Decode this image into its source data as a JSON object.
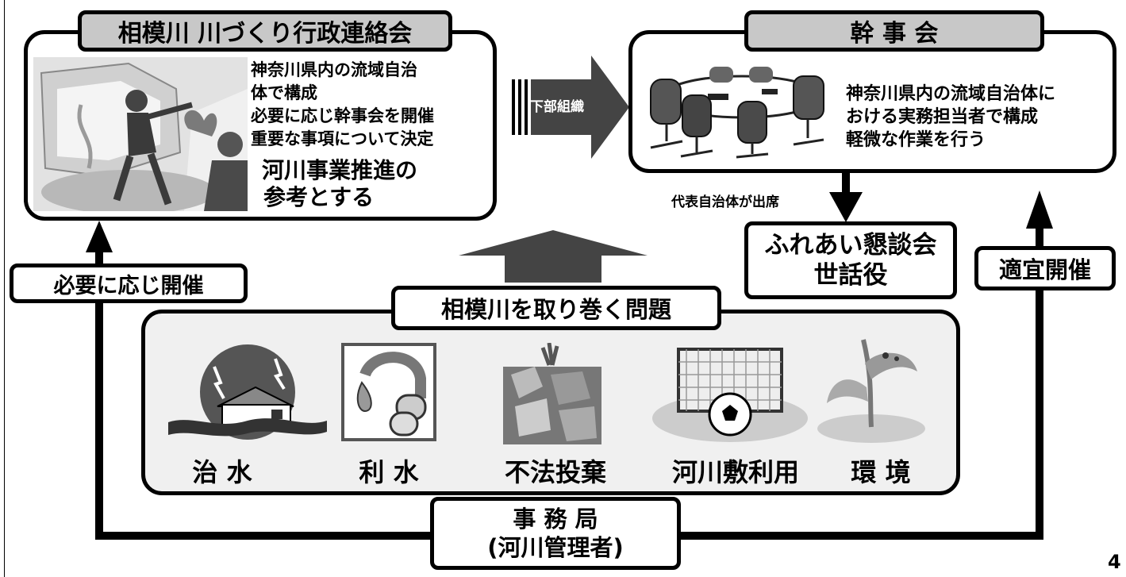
{
  "liaison": {
    "title": "相模川 川づくり行政連絡会",
    "lines": [
      "神奈川県内の流域自治",
      "体で構成",
      "必要に応じ幹事会を開催",
      "重要な事項について決定"
    ],
    "big_lines": [
      "河川事業推進の",
      "参考とする"
    ]
  },
  "sub_arrow": {
    "label": "下部組織"
  },
  "steering": {
    "title": "幹 事 会",
    "lines": [
      "神奈川県内の流域自治体に",
      "おける実務担当者で構成",
      "軽微な作業を行う"
    ]
  },
  "attend_note": "代表自治体が出席",
  "fureai": {
    "lines": [
      "ふれあい懇談会",
      "世話役"
    ]
  },
  "as_needed": "必要に応じ開催",
  "timely": "適宜開催",
  "issues": {
    "title": "相模川を取り巻く問題",
    "items": [
      {
        "label": "治 水",
        "icon": "flood-house-icon"
      },
      {
        "label": "利 水",
        "icon": "faucet-icon"
      },
      {
        "label": "不法投棄",
        "icon": "garbage-pile-icon"
      },
      {
        "label": "河川敷利用",
        "icon": "soccer-goal-icon"
      },
      {
        "label": "環 境",
        "icon": "plant-icon"
      }
    ]
  },
  "secretariat": {
    "line1": "事 務 局",
    "line2": "(河川管理者)"
  },
  "page_number": "4"
}
